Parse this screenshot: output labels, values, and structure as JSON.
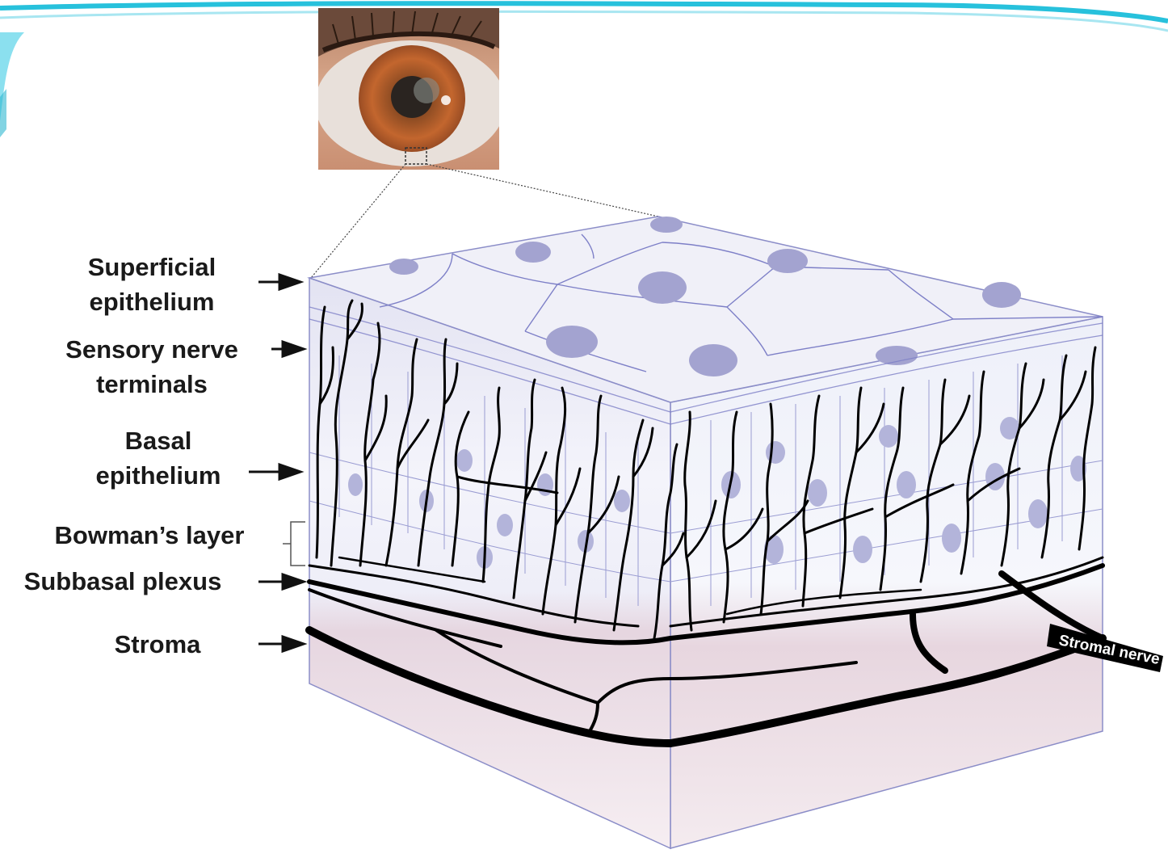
{
  "labels": {
    "superficial": [
      "Superficial",
      "epithelium"
    ],
    "sensory": [
      "Sensory nerve",
      "terminals"
    ],
    "basal": [
      "Basal",
      "epithelium"
    ],
    "bowman": [
      "Bowman’s layer"
    ],
    "subbasal": [
      "Subbasal plexus"
    ],
    "stroma": [
      "Stroma"
    ]
  },
  "stromal_nerve_label": "Stromal nerve",
  "colors": {
    "epithelium_top": "#eeeef7",
    "cell_line": "#7d7fc7",
    "nucleus": "#a3a3d0",
    "stroma": "#e9dfe6",
    "nerve": "#000000",
    "frame_accent": "#27c1dc"
  },
  "icons": [
    "eye-photo",
    "arrow-right-icon",
    "bracket-icon"
  ]
}
